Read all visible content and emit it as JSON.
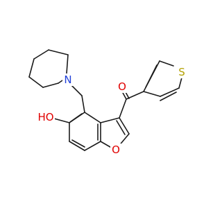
{
  "molecule": {
    "atoms": {
      "N": {
        "text": "N",
        "color": "#1f3fd8"
      },
      "O_carbonyl": {
        "text": "O",
        "color": "#e00000"
      },
      "OH": {
        "text": "HO",
        "color": "#e00000"
      },
      "O_furan": {
        "text": "O",
        "color": "#e00000"
      },
      "S": {
        "text": "S",
        "color": "#b3a100"
      }
    },
    "bond_color": "#1a1a1a"
  }
}
